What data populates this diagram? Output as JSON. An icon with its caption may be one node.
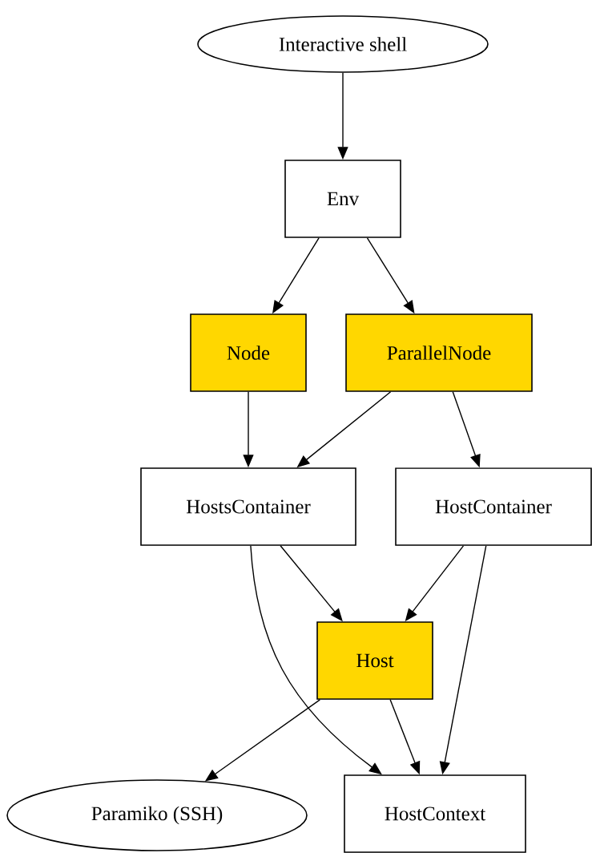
{
  "diagram": {
    "nodes": [
      {
        "text": [
          "Interactive shell"
        ]
      },
      {
        "text": [
          "Env"
        ]
      },
      {
        "text": [
          "Node"
        ]
      },
      {
        "text": [
          "ParallelNode"
        ]
      },
      {
        "text": [
          "HostsContainer"
        ]
      },
      {
        "text": [
          "HostContainer"
        ]
      },
      {
        "text": [
          "Host"
        ]
      },
      {
        "text": [
          "Paramiko (SSH)"
        ]
      },
      {
        "text": [
          "HostContext"
        ]
      }
    ],
    "edges": [
      {
        "from": 0,
        "to": 1,
        "arrow": "to"
      },
      {
        "from": 1,
        "to": 2,
        "arrow": "to"
      },
      {
        "from": 1,
        "to": 3,
        "arrow": "to"
      },
      {
        "from": 2,
        "to": 4,
        "arrow": "to"
      },
      {
        "from": 3,
        "to": 4,
        "arrow": "to"
      },
      {
        "from": 3,
        "to": 5,
        "arrow": "to"
      },
      {
        "from": 4,
        "to": 6,
        "arrow": "to"
      },
      {
        "from": 4,
        "to": 8,
        "arrow": "to"
      },
      {
        "from": 5,
        "to": 6,
        "arrow": "to"
      },
      {
        "from": 5,
        "to": 8,
        "arrow": "to"
      },
      {
        "from": 6,
        "to": 7,
        "arrow": "to"
      },
      {
        "from": 6,
        "to": 8,
        "arrow": "to"
      }
    ]
  }
}
